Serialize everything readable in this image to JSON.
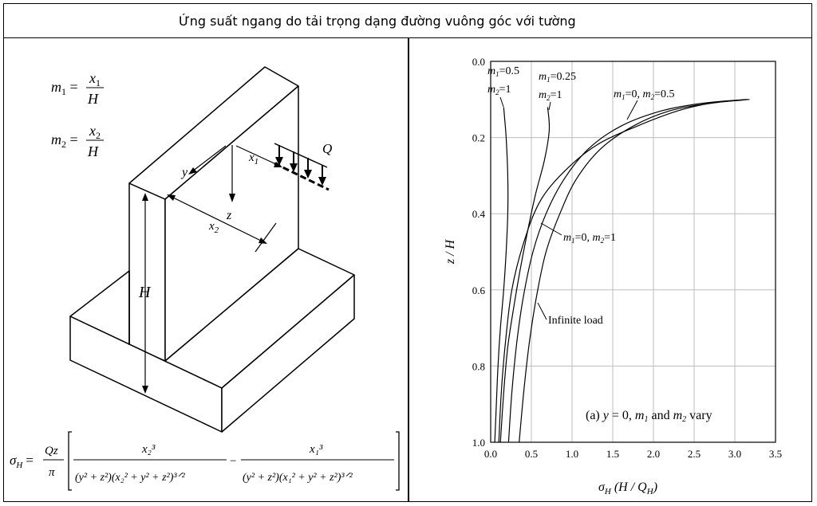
{
  "page_title": "Ứng suất ngang do tải trọng dạng đường vuông góc với tường",
  "diagram": {
    "m1": {
      "lhs": "m",
      "sub": "1",
      "num": "x",
      "num_sub": "1",
      "den": "H"
    },
    "m2": {
      "lhs": "m",
      "sub": "2",
      "num": "x",
      "num_sub": "2",
      "den": "H"
    },
    "labels": {
      "y": "y",
      "x1": "x",
      "x1_sub": "1",
      "z": "z",
      "x2": "x",
      "x2_sub": "2",
      "Q": "Q",
      "H": "H"
    },
    "formula": {
      "lhs": "σ",
      "lhs_sub": "H",
      "equals": "=",
      "Qz": "Qz",
      "pi": "π",
      "term1_num": "x₂³",
      "term1_den": "(y² + z²)(x₂² + y² + z²)³ᐟ²",
      "minus": "−",
      "term2_num": "x₁³",
      "term2_den": "(y² + z²)(x₁² + y² + z²)³ᐟ²"
    }
  },
  "chart_data": {
    "type": "line",
    "xlabel": "σH (H / QH)",
    "xlabel_parts": {
      "sigma": "σ",
      "sub": "H",
      "rest": " (H / Q",
      "rest_sub": "H",
      "close": ")"
    },
    "ylabel": "z / H",
    "xlim": [
      0.0,
      3.5
    ],
    "ylim": [
      1.0,
      0.0
    ],
    "x_ticks": [
      "0.0",
      "0.5",
      "1.0",
      "1.5",
      "2.0",
      "2.5",
      "3.0",
      "3.5"
    ],
    "y_ticks": [
      "0.0",
      "0.2",
      "0.4",
      "0.6",
      "0.8",
      "1.0"
    ],
    "grid": true,
    "series": [
      {
        "name": "m1=0.5 m2=1",
        "x": [
          0.16,
          0.19,
          0.21,
          0.21,
          0.19,
          0.16,
          0.12,
          0.09,
          0.07,
          0.05
        ],
        "y": [
          0.12,
          0.2,
          0.3,
          0.4,
          0.5,
          0.6,
          0.7,
          0.8,
          0.9,
          1.0
        ]
      },
      {
        "name": "m1=0.25 m2=1",
        "x": [
          0.7,
          0.72,
          0.66,
          0.55,
          0.45,
          0.36,
          0.28,
          0.21,
          0.16,
          0.12
        ],
        "y": [
          0.12,
          0.18,
          0.26,
          0.35,
          0.45,
          0.55,
          0.65,
          0.75,
          0.87,
          1.0
        ]
      },
      {
        "name": "m1=0, m2=0.5",
        "x": [
          3.15,
          2.7,
          2.3,
          1.8,
          1.3,
          0.9,
          0.6,
          0.4,
          0.26,
          0.18,
          0.13,
          0.1
        ],
        "y": [
          0.1,
          0.11,
          0.13,
          0.17,
          0.22,
          0.29,
          0.37,
          0.48,
          0.6,
          0.74,
          0.87,
          1.0
        ]
      },
      {
        "name": "m1=0, m2=1",
        "x": [
          3.15,
          2.6,
          2.1,
          1.6,
          1.2,
          0.9,
          0.68,
          0.52,
          0.4,
          0.32,
          0.26,
          0.22
        ],
        "y": [
          0.1,
          0.11,
          0.13,
          0.17,
          0.23,
          0.31,
          0.4,
          0.5,
          0.62,
          0.74,
          0.87,
          1.0
        ]
      },
      {
        "name": "Infinite load",
        "x": [
          3.18,
          2.7,
          2.2,
          1.75,
          1.35,
          1.05,
          0.85,
          0.68,
          0.57,
          0.48,
          0.41,
          0.35
        ],
        "y": [
          0.1,
          0.11,
          0.13,
          0.17,
          0.23,
          0.31,
          0.4,
          0.5,
          0.61,
          0.73,
          0.86,
          1.0
        ]
      }
    ],
    "annotations": {
      "a1": {
        "m": "m",
        "sub": "1",
        "val": "=0.5"
      },
      "a1b": {
        "m": "m",
        "sub": "2",
        "val": "=1"
      },
      "a2": {
        "m": "m",
        "sub": "1",
        "val": "=0.25"
      },
      "a2b": {
        "m": "m",
        "sub": "2",
        "val": "=1"
      },
      "a3": {
        "m1": "m",
        "sub1": "1",
        "mid": "=0, ",
        "m2": "m",
        "sub2": "2",
        "val": "=0.5"
      },
      "a4": {
        "m1": "m",
        "sub1": "1",
        "mid": "=0, ",
        "m2": "m",
        "sub2": "2",
        "val": "=1"
      },
      "a5": {
        "text": "Infinite load"
      },
      "panel": {
        "prefix": "(a) ",
        "y": "y",
        "eq": " = 0, ",
        "m1": "m",
        "sub1": "1",
        "and": " and ",
        "m2": "m",
        "sub2": "2",
        "vary": " vary"
      }
    }
  }
}
